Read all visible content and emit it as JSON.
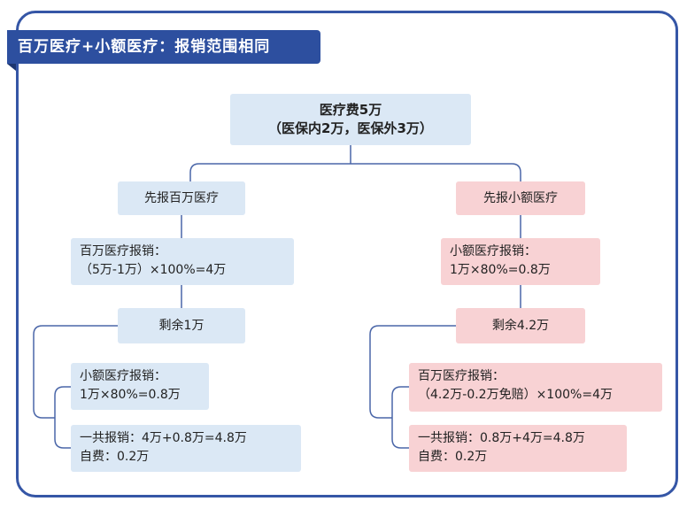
{
  "title": "百万医疗+小额医疗：报销范围相同",
  "root": {
    "line1": "医疗费5万",
    "line2": "（医保内2万，医保外3万）"
  },
  "left": {
    "head": "先报百万医疗",
    "step1": {
      "line1": "百万医疗报销：",
      "line2": "（5万-1万）×100%=4万"
    },
    "remain": "剩余1万",
    "step2": {
      "line1": "小额医疗报销：",
      "line2": "1万×80%=0.8万"
    },
    "total": {
      "line1": "一共报销：4万+0.8万=4.8万",
      "line2": "自费：0.2万"
    }
  },
  "right": {
    "head": "先报小额医疗",
    "step1": {
      "line1": "小额医疗报销：",
      "line2": "1万×80%=0.8万"
    },
    "remain": "剩余4.2万",
    "step2": {
      "line1": "百万医疗报销：",
      "line2": "（4.2万-0.2万免赔）×100%=4万"
    },
    "total": {
      "line1": "一共报销：0.8万+4万=4.8万",
      "line2": "自费：0.2万"
    }
  },
  "colors": {
    "frame": "#3556a6",
    "title_bg": "#2d4f9f",
    "blue_box": "#dbe8f5",
    "pink_box": "#f8d2d4",
    "connector": "#4a66a8"
  }
}
